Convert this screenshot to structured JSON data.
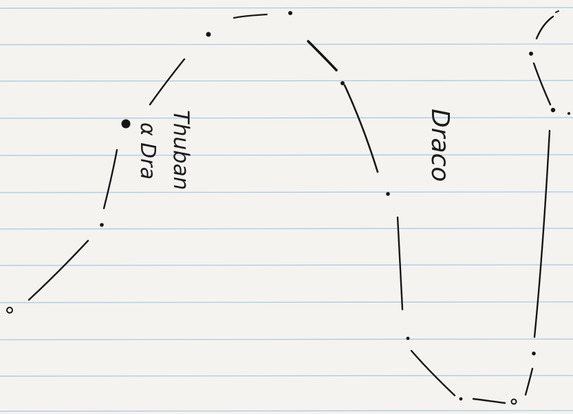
{
  "paper": {
    "style": "lined notebook paper",
    "ruled_line_color": "#a9c4e3",
    "ink_color": "#161616",
    "background_color": "#f4f3f0"
  },
  "labels": {
    "constellation": "Draco",
    "star_name": "Thuban",
    "star_designation": "α Dra"
  },
  "stars": [
    {
      "name": "Thuban",
      "style": "large filled dot"
    },
    {
      "style": "small dot"
    },
    {
      "style": "small dot"
    },
    {
      "style": "small dot"
    },
    {
      "style": "small dot"
    },
    {
      "style": "small dot"
    },
    {
      "style": "small dot"
    },
    {
      "style": "small dot"
    },
    {
      "style": "small dot"
    },
    {
      "style": "small dot"
    },
    {
      "style": "small dot"
    },
    {
      "style": "small dot"
    },
    {
      "style": "small circle"
    },
    {
      "style": "small circle"
    }
  ]
}
